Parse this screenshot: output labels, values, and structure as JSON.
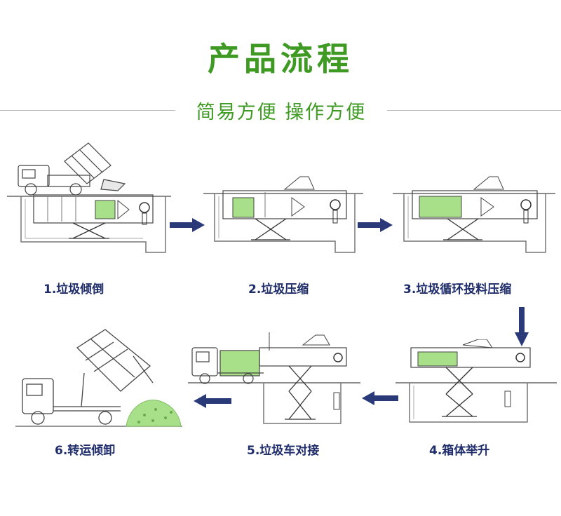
{
  "header": {
    "title": "产品流程",
    "subtitle": "简易方便 操作方便"
  },
  "steps": [
    {
      "label": "1.垃圾倾倒"
    },
    {
      "label": "2.垃圾压缩"
    },
    {
      "label": "3.垃圾循环投料压缩"
    },
    {
      "label": "4.箱体举升"
    },
    {
      "label": "5.垃圾车对接"
    },
    {
      "label": "6.转运倾卸"
    }
  ],
  "colors": {
    "title_green": "#3e9a22",
    "waste_green": "#a8e08a",
    "arrow_navy": "#2a3a78",
    "caption_navy": "#1f2d6b",
    "line_gray": "#555555"
  },
  "icons": {
    "arrow": "right-arrow-icon / left-arrow-icon / down-arrow-icon",
    "truck": "truck-icon",
    "compactor": "compactor-box-icon",
    "lift": "scissor-lift-icon"
  }
}
